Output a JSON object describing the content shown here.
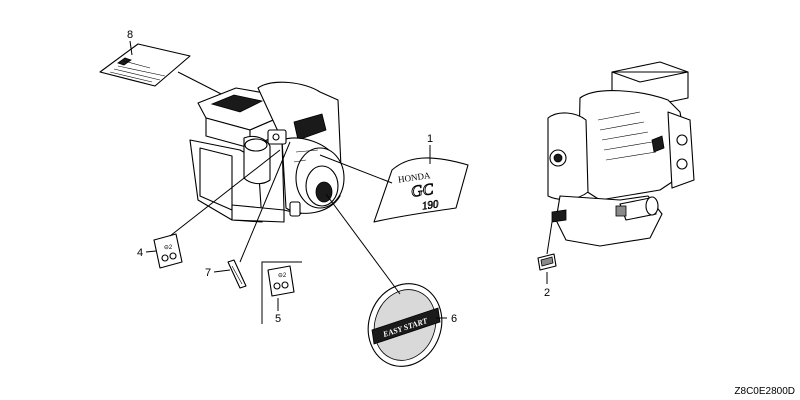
{
  "diagram_code": "Z8C0E2800D",
  "callouts": [
    {
      "id": "1",
      "text": "1"
    },
    {
      "id": "2",
      "text": "2"
    },
    {
      "id": "4",
      "text": "4"
    },
    {
      "id": "5",
      "text": "5"
    },
    {
      "id": "6",
      "text": "6"
    },
    {
      "id": "7",
      "text": "7"
    },
    {
      "id": "8",
      "text": "8"
    }
  ],
  "emblem": {
    "brand": "HONDA",
    "model_line1": "GC",
    "model_line2": "190"
  },
  "easy_start_label": {
    "text": "EASY START"
  }
}
